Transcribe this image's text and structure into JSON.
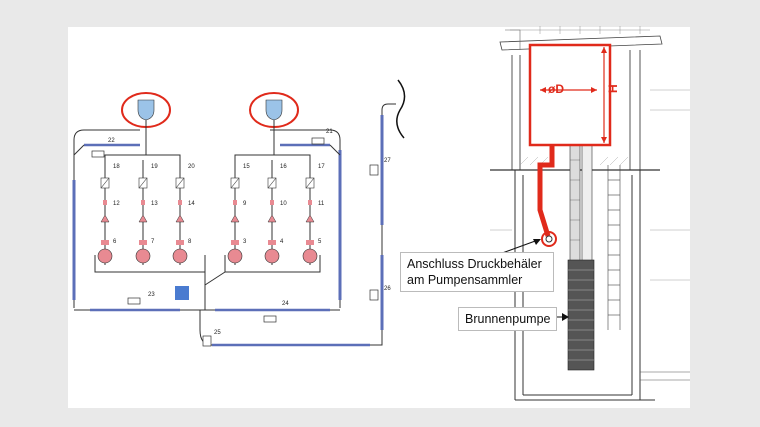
{
  "pipe_numbers": [
    "22",
    "21",
    "23",
    "24",
    "25",
    "26",
    "27"
  ],
  "branch_numbers": {
    "left_top": [
      "18",
      "19",
      "20"
    ],
    "right_top": [
      "15",
      "16",
      "17"
    ],
    "left_mid": [
      "12",
      "13",
      "14"
    ],
    "right_mid": [
      "9",
      "10",
      "11"
    ],
    "left_low": [
      "6",
      "7",
      "8"
    ],
    "right_low": [
      "3",
      "4",
      "5"
    ]
  },
  "drawing_labels": {
    "diameter": "øD",
    "height": "H"
  },
  "callouts": {
    "connection": "Anschluss Druckbehäler am Pumpensammler",
    "pump": "Brunnenpumpe"
  },
  "colors": {
    "highlight_red": "#e02a1b",
    "pipe_blue": "#5c6fb8",
    "pump_pink": "#e88a92"
  }
}
